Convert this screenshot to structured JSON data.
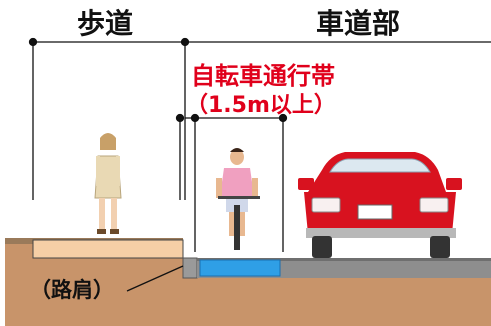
{
  "labels": {
    "sidewalk": "歩道",
    "roadway": "車道部",
    "bike_lane_name": "自転車通行帯",
    "bike_lane_width": "（1.5m以上）",
    "shoulder": "（路肩）"
  },
  "colors": {
    "ground": "#c8946a",
    "sidewalk": "#f6cfa6",
    "curb": "#9a9a9a",
    "road": "#8e8e8e",
    "bike_lane": "#2f9fe6",
    "red_text": "#e0001b",
    "car_body": "#d8121f",
    "dimension_line": "#111111"
  },
  "icons": {
    "pedestrian": "woman-walking-icon",
    "cyclist": "cyclist-icon",
    "car": "car-icon"
  }
}
